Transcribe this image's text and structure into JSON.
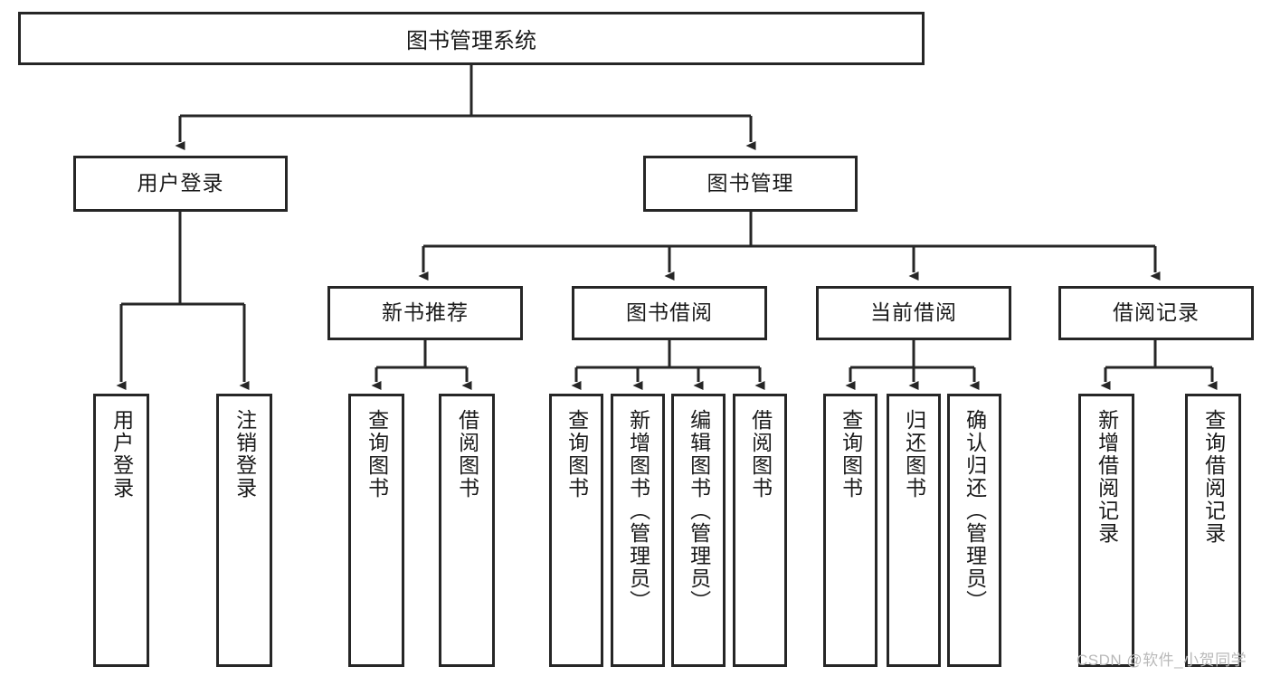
{
  "diagram": {
    "type": "tree",
    "title": "图书管理系统",
    "root": {
      "label": "图书管理系统"
    },
    "level1": [
      {
        "label": "用户登录"
      },
      {
        "label": "图书管理"
      }
    ],
    "level2": [
      {
        "label": "新书推荐"
      },
      {
        "label": "图书借阅"
      },
      {
        "label": "当前借阅"
      },
      {
        "label": "借阅记录"
      }
    ],
    "leaves": {
      "user_login": [
        {
          "label": "用户登录"
        },
        {
          "label": "注销登录"
        }
      ],
      "new_book_recommend": [
        {
          "label": "查询图书"
        },
        {
          "label": "借阅图书"
        }
      ],
      "book_borrow": [
        {
          "label": "查询图书"
        },
        {
          "label": "新增图书（管理员）"
        },
        {
          "label": "编辑图书（管理员）"
        },
        {
          "label": "借阅图书"
        }
      ],
      "current_borrow": [
        {
          "label": "查询图书"
        },
        {
          "label": "归还图书"
        },
        {
          "label": "确认归还（管理员）"
        }
      ],
      "borrow_records": [
        {
          "label": "新增借阅记录"
        },
        {
          "label": "查询借阅记录"
        }
      ]
    }
  },
  "watermark": {
    "text": "CSDN @软件_小贺同学"
  },
  "colors": {
    "stroke": "#262626",
    "background": "#ffffff",
    "text": "#1a1a1a",
    "watermark": "#b9b9b9"
  }
}
